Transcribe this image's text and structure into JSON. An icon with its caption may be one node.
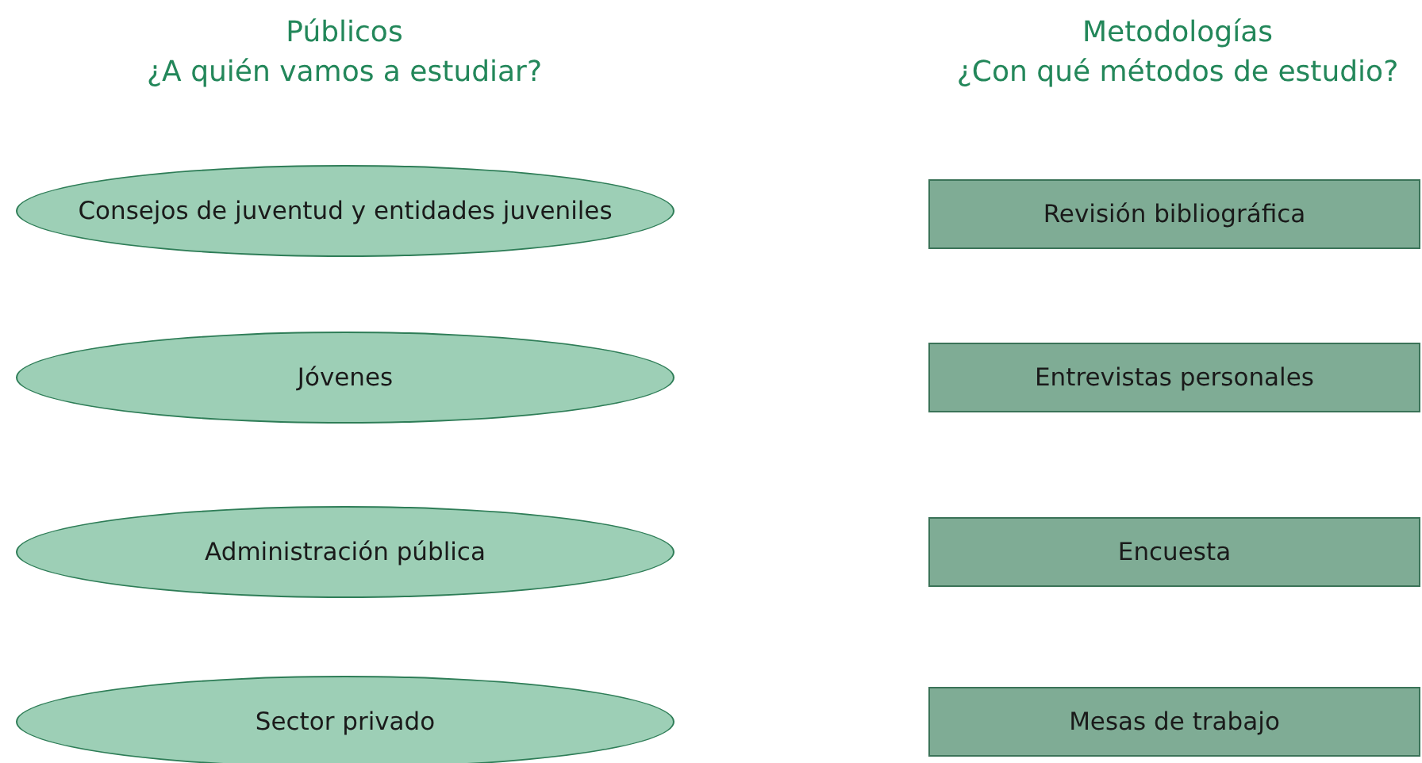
{
  "diagram": {
    "nodes": [
      {
        "text": [
          "Consejos de juventud y entidades juveniles"
        ]
      },
      {
        "text": [
          "Jóvenes"
        ]
      },
      {
        "text": [
          "Administración pública"
        ]
      },
      {
        "text": [
          "Sector privado"
        ]
      },
      {
        "text": [
          "Revisión bibliográfica"
        ]
      },
      {
        "text": [
          "Entrevistas personales"
        ]
      },
      {
        "text": [
          "Encuesta"
        ]
      },
      {
        "text": [
          "Mesas de trabajo"
        ]
      }
    ],
    "labels": [
      "Públicos",
      "¿A quién vamos a estudiar?",
      "Metodologías",
      "¿Con qué métodos de estudio?"
    ]
  }
}
